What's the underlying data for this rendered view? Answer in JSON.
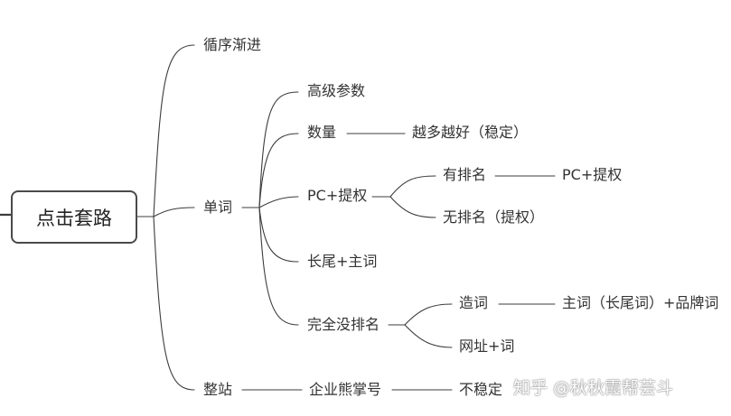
{
  "mindmap": {
    "root": "点击套路",
    "branches": {
      "gradual": "循序渐进",
      "word": {
        "label": "单词",
        "children": {
          "advanced": "高级参数",
          "quantity": {
            "label": "数量",
            "note": "越多越好（稳定）"
          },
          "pc": {
            "label": "PC+提权",
            "children": {
              "ranked": {
                "label": "有排名",
                "note": "PC+提权"
              },
              "unranked": "无排名（提权）"
            }
          },
          "longtail": "长尾+主词",
          "noRank": {
            "label": "完全没排名",
            "children": {
              "create": {
                "label": "造词",
                "note": "主词（长尾词）+品牌词"
              },
              "url": "网址+词"
            }
          }
        }
      },
      "site": {
        "label": "整站",
        "child": {
          "label": "企业熊掌号",
          "note": "不稳定"
        }
      }
    }
  },
  "watermark": "知乎 @秋秋霞帮芸斗"
}
